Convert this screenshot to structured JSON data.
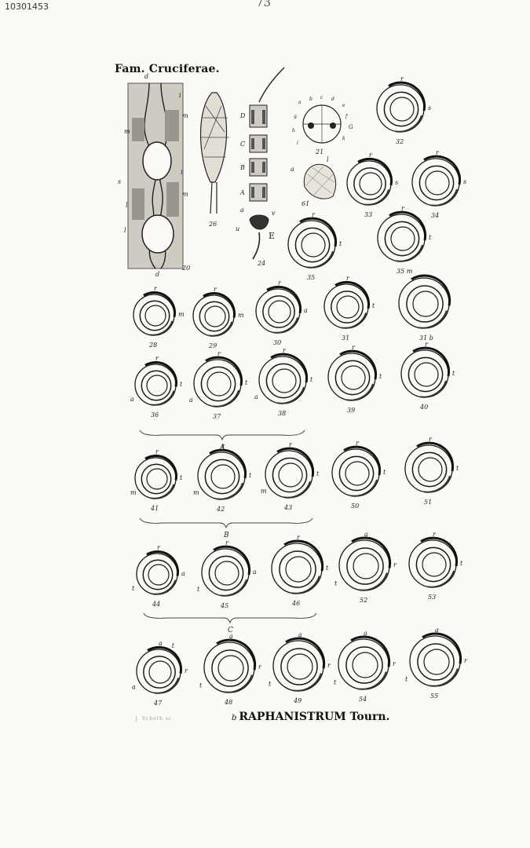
{
  "page": {
    "id_stamp": "10301453",
    "page_number": "73",
    "family_title": "Fam. Cruciferae.",
    "footer_prefix": "b",
    "footer_title": "RAPHANISTRUM Tourn.",
    "engraver": "J. Scheth sc."
  },
  "figures": {
    "tissue": {
      "number": "20",
      "labels": [
        "d",
        "i",
        "m",
        "s",
        "m",
        "l",
        "i",
        "m",
        "l",
        "d"
      ]
    },
    "seed": {
      "number": "26"
    },
    "siliqua": {
      "segment_labels": [
        "D",
        "C",
        "B",
        "A"
      ],
      "flower_label": "E",
      "number": "24",
      "flower_sublabels": [
        "a",
        "v",
        "u"
      ]
    },
    "section_21": {
      "number": "21",
      "labels": [
        "a",
        "b",
        "c",
        "d",
        "e",
        "f",
        "g",
        "h",
        "i",
        "k",
        "G"
      ]
    },
    "leaf_61": {
      "number": "61",
      "labels": [
        "a",
        "l"
      ]
    }
  },
  "embryos": [
    {
      "n": "32",
      "labels": [
        "r",
        "s"
      ]
    },
    {
      "n": "33",
      "labels": [
        "r",
        "s"
      ]
    },
    {
      "n": "34",
      "labels": [
        "r",
        "s"
      ]
    },
    {
      "n": "35",
      "labels": [
        "r",
        "t"
      ]
    },
    {
      "n": "35 m",
      "labels": [
        "r",
        "t"
      ]
    },
    {
      "n": "28",
      "labels": [
        "r",
        "m"
      ]
    },
    {
      "n": "29",
      "labels": [
        "r",
        "m"
      ]
    },
    {
      "n": "30",
      "labels": [
        "r",
        "a"
      ]
    },
    {
      "n": "31",
      "labels": [
        "r",
        "t"
      ]
    },
    {
      "n": "31 b",
      "labels": []
    },
    {
      "n": "36",
      "labels": [
        "r",
        "t",
        "a"
      ]
    },
    {
      "n": "37",
      "labels": [
        "r",
        "t",
        "a"
      ]
    },
    {
      "n": "38",
      "labels": [
        "r",
        "t",
        "a"
      ]
    },
    {
      "n": "39",
      "labels": [
        "r",
        "t"
      ]
    },
    {
      "n": "40",
      "labels": [
        "r",
        "t"
      ]
    },
    {
      "n": "41",
      "labels": [
        "r",
        "t",
        "m"
      ]
    },
    {
      "n": "42",
      "labels": [
        "r",
        "t",
        "m"
      ]
    },
    {
      "n": "43",
      "labels": [
        "r",
        "t",
        "m"
      ]
    },
    {
      "n": "50",
      "labels": [
        "r",
        "t"
      ]
    },
    {
      "n": "51",
      "labels": [
        "r",
        "t"
      ]
    },
    {
      "n": "44",
      "labels": [
        "r",
        "a",
        "t"
      ]
    },
    {
      "n": "45",
      "labels": [
        "r",
        "a",
        "t"
      ]
    },
    {
      "n": "46",
      "labels": [
        "r",
        "t"
      ]
    },
    {
      "n": "52",
      "labels": [
        "a",
        "r",
        "t"
      ]
    },
    {
      "n": "53",
      "labels": [
        "r",
        "t"
      ]
    },
    {
      "n": "47",
      "labels": [
        "a",
        "r",
        "a",
        "t"
      ]
    },
    {
      "n": "48",
      "labels": [
        "a",
        "r",
        "t"
      ]
    },
    {
      "n": "49",
      "labels": [
        "a",
        "r",
        "t"
      ]
    },
    {
      "n": "54",
      "labels": [
        "a",
        "r",
        "t"
      ]
    },
    {
      "n": "55",
      "labels": [
        "a",
        "r",
        "t"
      ]
    }
  ],
  "groups": [
    {
      "label": "A"
    },
    {
      "label": "B"
    },
    {
      "label": "C"
    }
  ]
}
